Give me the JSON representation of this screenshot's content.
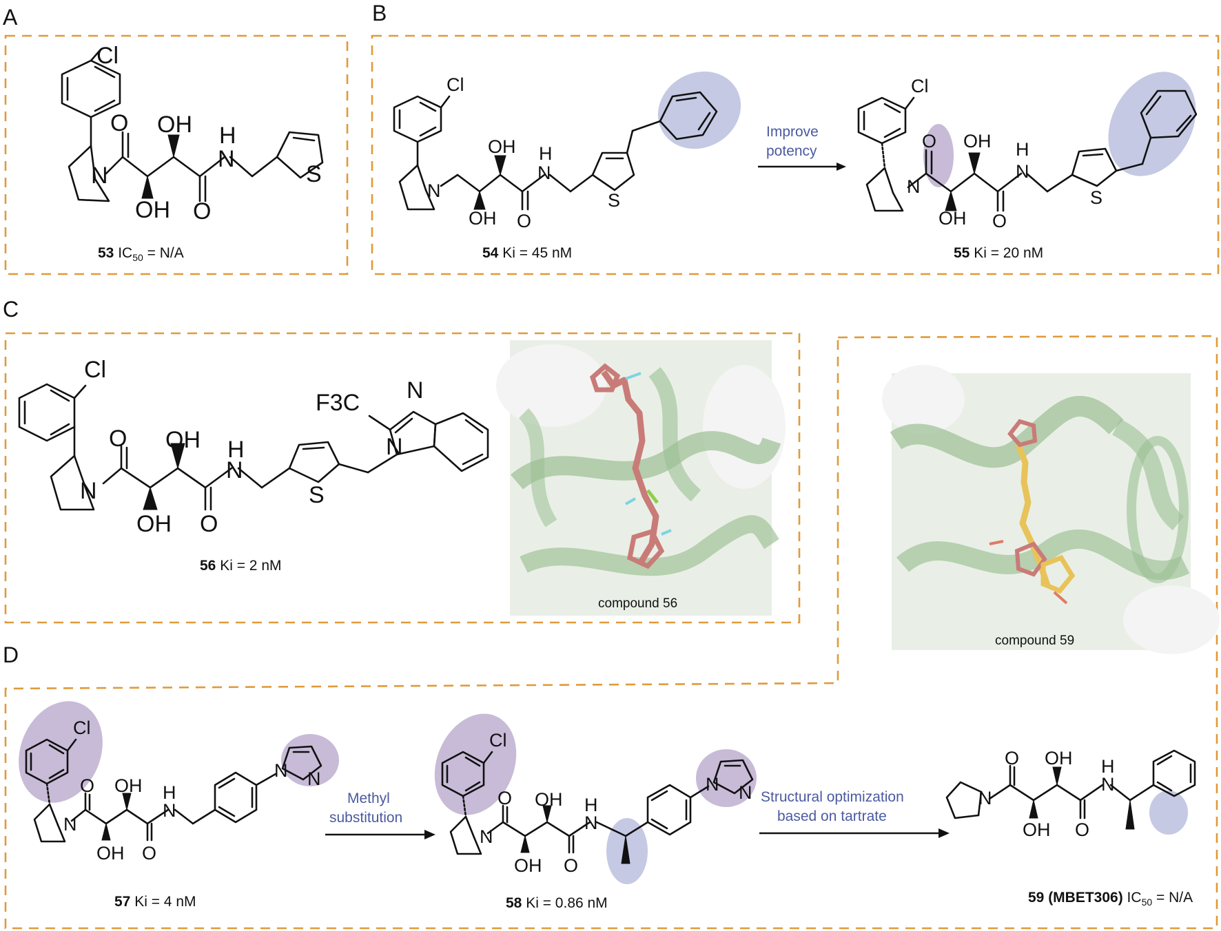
{
  "panels": {
    "a": "A",
    "b": "B",
    "c": "C",
    "d": "D"
  },
  "atoms": {
    "cl": "Cl",
    "o": "O",
    "oh": "OH",
    "h": "H",
    "n": "N",
    "s": "S",
    "f3c": "F3C"
  },
  "compounds": {
    "c53": {
      "num": "53",
      "rest": " IC",
      "sub": "50",
      "rest2": " = N/A"
    },
    "c54": {
      "num": "54",
      "rest": " Ki = 45 nM"
    },
    "c55": {
      "num": "55",
      "rest": " Ki = 20 nM"
    },
    "c56": {
      "num": "56",
      "rest": " Ki = 2 nM"
    },
    "c57": {
      "num": "57",
      "rest": " Ki = 4 nM"
    },
    "c58": {
      "num": "58",
      "rest": " Ki = 0.86 nM"
    },
    "c59": {
      "num": "59 (MBET306)",
      "rest": " IC",
      "sub": "50",
      "rest2": " = N/A"
    }
  },
  "arrows": {
    "improve_line1": "Improve",
    "improve_line2": "potency",
    "methyl_line1": "Methyl",
    "methyl_line2": "substitution",
    "struct_line1": "Structural optimization",
    "struct_line2": "based on tartrate"
  },
  "images": {
    "img56_label": "compound 56",
    "img59_label": "compound 59"
  },
  "colors": {
    "dashed_border": "#e09a3a",
    "highlight_blue": "#8b94c8",
    "highlight_purple": "#8f78b0",
    "arrow_text": "#4a5aa0",
    "protein_green": "#9bbf94",
    "ligand_pink": "#c97b78",
    "ligand_yellow": "#e8c35a"
  }
}
